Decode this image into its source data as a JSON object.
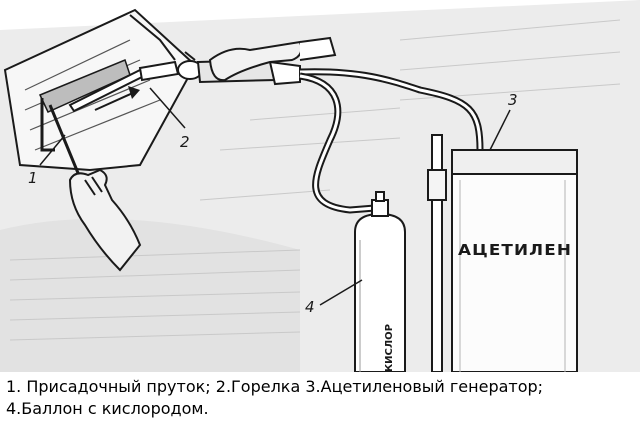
{
  "callouts": {
    "filler_rod_number": "1",
    "torch_number": "2",
    "generator_number": "3",
    "cylinder_number": "4"
  },
  "labels": {
    "generator_text": "АЦЕТИЛЕН",
    "cylinder_text": "КИСЛОР"
  },
  "caption": {
    "line1": "1. Присадочный пруток; 2.Горелка 3.Ацетиленовый генератор;",
    "line2": "4.Баллон с кислородом."
  },
  "colors": {
    "ink": "#1a1a1a",
    "paper_shade": "#d8d8d8",
    "background": "#ffffff"
  }
}
